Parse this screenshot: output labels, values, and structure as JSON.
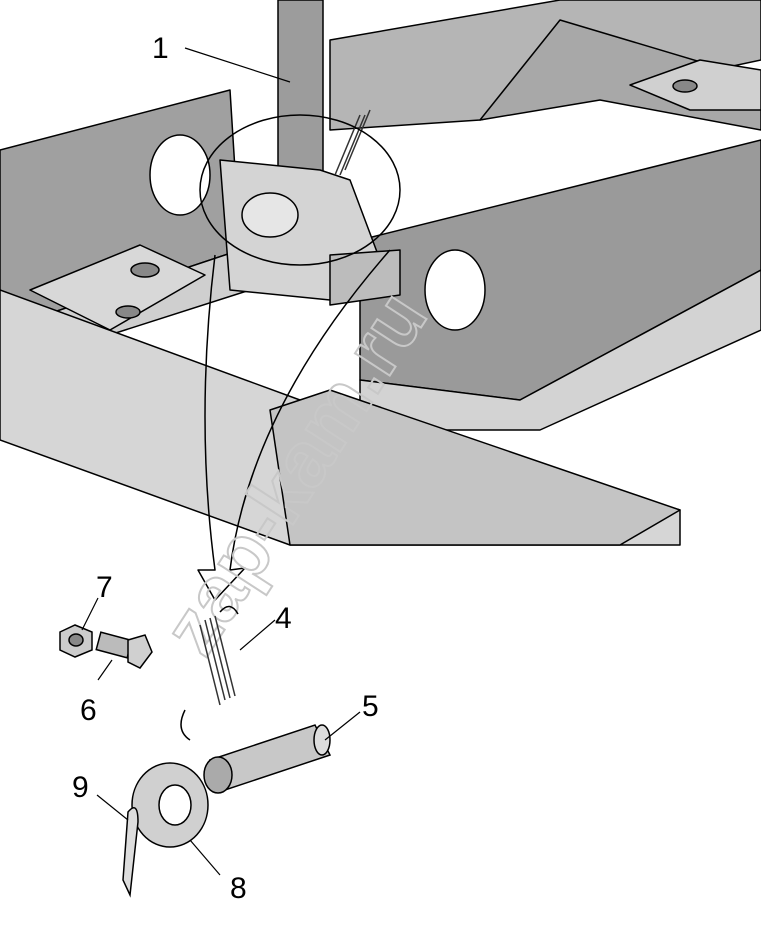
{
  "diagram": {
    "watermark": "zap-kam.ru",
    "callouts": [
      "1",
      "4",
      "5",
      "6",
      "7",
      "8",
      "9"
    ],
    "colors": {
      "metal": "#c9c9c9",
      "dark": "#8e8e8e",
      "outline": "#000000",
      "watermark": "#c8c8c8"
    }
  }
}
